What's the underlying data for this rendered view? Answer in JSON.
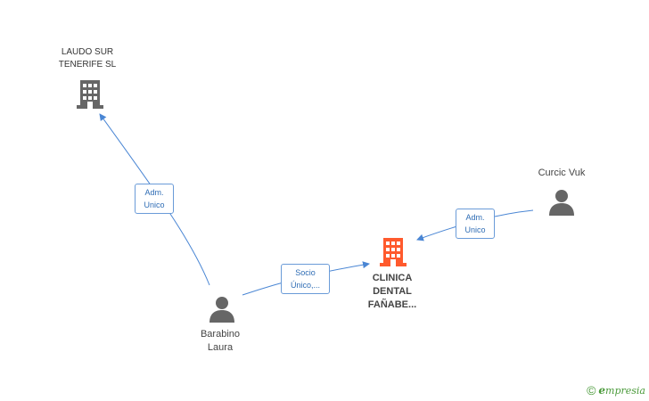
{
  "nodes": {
    "laudo": {
      "line1": "LAUDO SUR",
      "line2": "TENERIFE SL",
      "icon": "building-icon",
      "color": "#666666"
    },
    "clinica": {
      "line1": "CLINICA",
      "line2": "DENTAL",
      "line3": "FAÑABE...",
      "icon": "building-icon",
      "color": "#ff5a2d"
    },
    "curcic": {
      "line1": "Curcic Vuk",
      "icon": "person-icon",
      "color": "#666666"
    },
    "barabino": {
      "line1": "Barabino",
      "line2": "Laura",
      "icon": "person-icon",
      "color": "#666666"
    }
  },
  "edges": {
    "barabino_laudo": {
      "line1": "Adm.",
      "line2": "Unico"
    },
    "curcic_clinica": {
      "line1": "Adm.",
      "line2": "Unico"
    },
    "barabino_clinica": {
      "line1": "Socio",
      "line2": "Único,..."
    }
  },
  "brand": {
    "copyright": "©",
    "initial": "e",
    "rest": "mpresia"
  },
  "colors": {
    "edge": "#4a86d4",
    "edge_label_border": "#6a9bd8",
    "edge_label_text": "#2f6db5"
  }
}
